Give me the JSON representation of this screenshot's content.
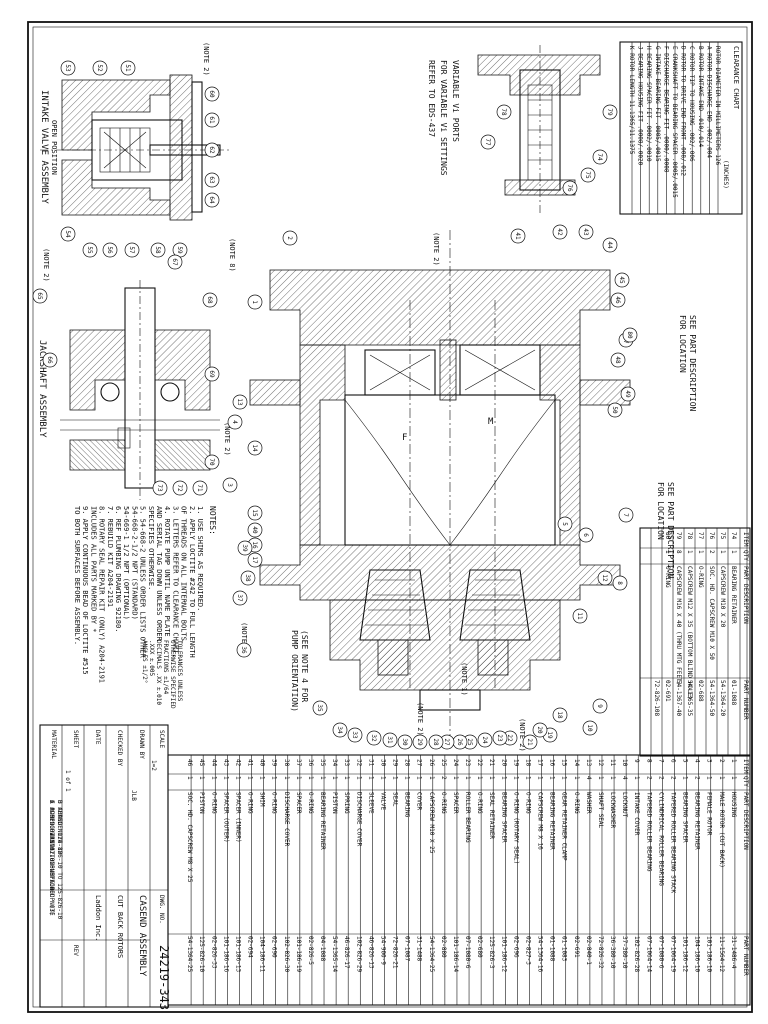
{
  "drawing": {
    "notes_title": "NOTES:",
    "notes": [
      "1. USE SHIMS AS REQUIRED.",
      "2. APPLY LOCTITE #242 TO FULL LENGTH",
      "   OF THREADS ON ALL INTERNAL BOLTS.",
      "3. LETTERS REFER TO CLEARANCE CHART.",
      "4. ROTATE PUMP UNTIL NAME PLATE",
      "   AND SERIAL TAG DOWN UNLESS ORDER",
      "   SPECIFIES OTHERWISE.",
      "5. 54-668-2 UNLESS ORDER LISTS OTHER",
      "   54-668-2-1/2 NPT (STANDARD)",
      "   54-669-1 1/2 NPT (OPTIONAL)",
      "6. REF PLUMBING DRAWING 92180.",
      "7. REBUILD KIT A204-2191",
      "8. ROTARY SEAL REPAIR KIT (ONLY) A204-2191",
      "   INCLUDES ALL PARTS MARKED BY *",
      "9. APPLY CONTINUOUS BEAD OF LOCTITE #515",
      "   TO BOTH SURFACES BEFORE ASSEMBLY."
    ],
    "label_intake": "INTAKE VALVE ASSEMBLY",
    "label_intake_sub": "OPEN POSITION",
    "label_jackshaft": "JACKSHAFT ASSEMBLY",
    "label_vi": [
      "VARIABLE Vi PORTS",
      "FOR VARIABLE Vi SETTINGS",
      "REFER TO EDS-437"
    ],
    "label_see_part_1": [
      "SEE PART DESCRIPTION",
      "FOR LOCATION"
    ],
    "label_see_part_2": [
      "SEE PART DESCRIPTION",
      "FOR LOCATION"
    ],
    "label_see_note4": [
      "(SEE NOTE 4 FOR",
      "PUMP ORIENTATION)"
    ],
    "note_tags": [
      "(NOTE 2)",
      "(NOTE 2)",
      "(NOTE 8)",
      "(NOTE 2)",
      "(NOTE 2)",
      "(NOTE 6)",
      "(NOTE 1)",
      "(NOTE 2)",
      "(NOTE 2)"
    ],
    "clearance_chart": {
      "title": "CLEARANCE CHART",
      "subtitle": "(INCHES)",
      "rows": [
        "ROTOR DIAMETER IN MILLIMETERS  126",
        "A  ROTOR DISCHARGE END  .002/.004",
        "B  ROTOR INTAKE END  .010/.014",
        "C  ROTOR TIP TO HOUSING  .002/.006",
        "D  ROTOR TO DRIVE END FRONT  .008/.012",
        "E  CRANKSHAFT TO BEARING SPACER  .0005/.0015",
        "F  DISCHARGE BEARING FIT  .0000/.0008",
        "G  INTAKE BEARING FIT  .0005/.0015",
        "H  BEARING SPACER FIT  .0002/.0010",
        "J  BEARING HOUSING FIT  .0008/.0020",
        "K  ROTOR LENGTH  11.1365/11.1375"
      ]
    },
    "balloons": [
      "1",
      "2",
      "3",
      "4",
      "5",
      "6",
      "7",
      "8",
      "9",
      "10",
      "11",
      "12",
      "13",
      "14",
      "15",
      "16",
      "17",
      "18",
      "19",
      "20",
      "21",
      "22",
      "23",
      "24",
      "25",
      "26",
      "27",
      "28",
      "29",
      "30",
      "31",
      "32",
      "33",
      "34",
      "35",
      "36",
      "37",
      "38",
      "39",
      "40",
      "41",
      "42",
      "43",
      "44",
      "45",
      "46",
      "47",
      "48",
      "49",
      "50",
      "51",
      "52",
      "53",
      "54",
      "55",
      "56",
      "57",
      "58",
      "59",
      "60",
      "61",
      "62",
      "63",
      "64",
      "65",
      "66",
      "67",
      "68",
      "69",
      "70",
      "71",
      "72",
      "73",
      "74",
      "75",
      "76",
      "77",
      "78",
      "79",
      "80"
    ]
  },
  "upper_parts_table": {
    "headers": [
      "ITEM",
      "QTY",
      "PART DESCRIPTION",
      "PART NUMBER"
    ],
    "rows": [
      [
        "74",
        "1",
        "BEARING RETAINER",
        "01-1088"
      ],
      [
        "75",
        "1",
        "CAPSCREW M10 X 20",
        "54-1364-20"
      ],
      [
        "76",
        "2",
        "SOC. HD. CAPSCREW M10 X 50",
        "54-1364-50"
      ],
      [
        "77",
        "1",
        "O-RING",
        "02-688"
      ],
      [
        "78",
        "1",
        "CAPSCREW M12 X 35 (BOTTOM BLIND HOLE)",
        "54-1365-35"
      ],
      [
        "79",
        "8",
        "CAPSCREW M16 X 40 (THRU MTG FEET)",
        "54-1367-40"
      ],
      [
        "80",
        "1",
        "O-RING",
        "02-691"
      ],
      [
        "",
        "",
        "",
        "72-826-108"
      ]
    ]
  },
  "lower_parts_table": {
    "headers": [
      "ITEM",
      "QTY",
      "PART DESCRIPTION",
      "PART NUMBER"
    ],
    "rows": [
      [
        "1",
        "1",
        "HOUSING",
        "31-1486-4"
      ],
      [
        "2",
        "1",
        "MALE ROTOR (CUT BACK)",
        "11-1564-12"
      ],
      [
        "3",
        "1",
        "FEMALE ROTOR",
        "101-186-10"
      ],
      [
        "4",
        "2",
        "BEARING RETAINER",
        "104-186-10"
      ],
      [
        "5",
        "1",
        "BEARING SPACER",
        "101-186-12"
      ],
      [
        "6",
        "2",
        "TAPERED ROLLER BEARING STACK",
        "07-1064-19"
      ],
      [
        "7",
        "2",
        "CYLINDRICAL ROLLER BEARING",
        "07-1080-6"
      ],
      [
        "8",
        "2",
        "TAPERED ROLLER BEARING",
        "07-1064-14"
      ],
      [
        "9",
        "1",
        "INTAKE COVER",
        "102-826-28"
      ],
      [
        "10",
        "4",
        "LOCKNUT",
        "37-380-10"
      ],
      [
        "11",
        "1",
        "LOCKWASHER",
        "36-380-10"
      ],
      [
        "12",
        "1",
        "SHAFT SEAL",
        "72-826-32"
      ],
      [
        "13",
        "4",
        "WASHER",
        "02-840-1"
      ],
      [
        "14",
        "1",
        "O-RING",
        "02-691"
      ],
      [
        "15",
        "1",
        "GEAR RETAINER CLAMP",
        "01-1083"
      ],
      [
        "16",
        "1",
        "BEARING RETAINER",
        "01-1088"
      ],
      [
        "17",
        "1",
        "CAPSCREW M8 X 16",
        "54-1364-16"
      ],
      [
        "18",
        "1",
        "O-RING",
        "02-827-3"
      ],
      [
        "19",
        "1",
        "O-RING (ROTARY SEAL)",
        "02-696"
      ],
      [
        "20",
        "1",
        "BEARING SPACER",
        "101-186-12"
      ],
      [
        "21",
        "1",
        "SEAL RETAINER",
        "125-826-3"
      ],
      [
        "22",
        "1",
        "O-RING",
        "02-680"
      ],
      [
        "23",
        "1",
        "ROLLER BEARING",
        "07-1080-6"
      ],
      [
        "24",
        "1",
        "SPACER",
        "101-186-14"
      ],
      [
        "25",
        "2",
        "O-RING",
        "02-880"
      ],
      [
        "26",
        "1",
        "CAPSCREW M10 X 25",
        "54-1364-25"
      ],
      [
        "27",
        "1",
        "COVER",
        "31-1488"
      ],
      [
        "28",
        "1",
        "BEARING",
        "07-1087"
      ],
      [
        "29",
        "1",
        "SEAL",
        "72-826-21"
      ],
      [
        "30",
        "1",
        "VALVE",
        "54-900-9"
      ],
      [
        "31",
        "1",
        "SLEEVE",
        "46-826-13"
      ],
      [
        "32",
        "1",
        "DISCHARGE COVER",
        "102-826-29"
      ],
      [
        "33",
        "1",
        "SPRING",
        "46-826-17"
      ],
      [
        "34",
        "1",
        "PISTON",
        "54-1365-14"
      ],
      [
        "35",
        "1",
        "BEARING RETAINER",
        "04-1088"
      ],
      [
        "36",
        "1",
        "O-RING",
        "02-826-5"
      ],
      [
        "37",
        "1",
        "SPACER",
        "101-186-19"
      ],
      [
        "38",
        "1",
        "DISCHARGE COVER",
        "102-826-30"
      ],
      [
        "39",
        "1",
        "O-RING",
        "02-690"
      ],
      [
        "40",
        "1",
        "SHIM",
        "104-186-11"
      ],
      [
        "41",
        "1",
        "O-RING",
        "02-694"
      ],
      [
        "42",
        "1",
        "SPACER (INNER)",
        "101-186-13"
      ],
      [
        "43",
        "1",
        "SPACER (OUTER)",
        "101-186-16"
      ],
      [
        "44",
        "1",
        "O-RING",
        "02-826-33"
      ],
      [
        "45",
        "1",
        "PISTON",
        "125-826-10"
      ],
      [
        "46",
        "1",
        "SOC. HD. CAPSCREW M8 X 25",
        "54-1364-25"
      ]
    ]
  },
  "title_block": {
    "company": "Laddon Inc.",
    "title": "CASEND ASSEMBLY",
    "subtitle": "CUT BACK ROTORS",
    "dwg_no_label": "DWG. NO.",
    "dwg_no": "24219-343",
    "scale_label": "SCALE",
    "scale": "1=2",
    "drawn_label": "DRAWN BY",
    "drawn": "JLB",
    "checked_label": "CHECKED BY",
    "checked": "",
    "date_label": "DATE",
    "date": "",
    "sheet_label": "SHEET",
    "sheet": "1 of 1",
    "rev_label": "REV",
    "revisions": [
      "A  ADDED O-RING TO PUMP GROUP (3)",
      "B  CHANGE 124-826-10 TO 125-826-10",
      "C  PUMP ORIENTATION NOTE 4",
      "D  ADDED NOTE 10",
      "E  O-RING WAS 02-826-5 ADDED NOTE"
    ],
    "material_label": "MATERIAL",
    "tolerances": [
      "TOLERANCES UNLESS",
      "OTHERWISE SPECIFIED",
      "FRACTIONS ±1/64",
      "DECIMALS .XX ±.010",
      ".XXX ±.005",
      "ANGLES ±1/2°"
    ]
  }
}
